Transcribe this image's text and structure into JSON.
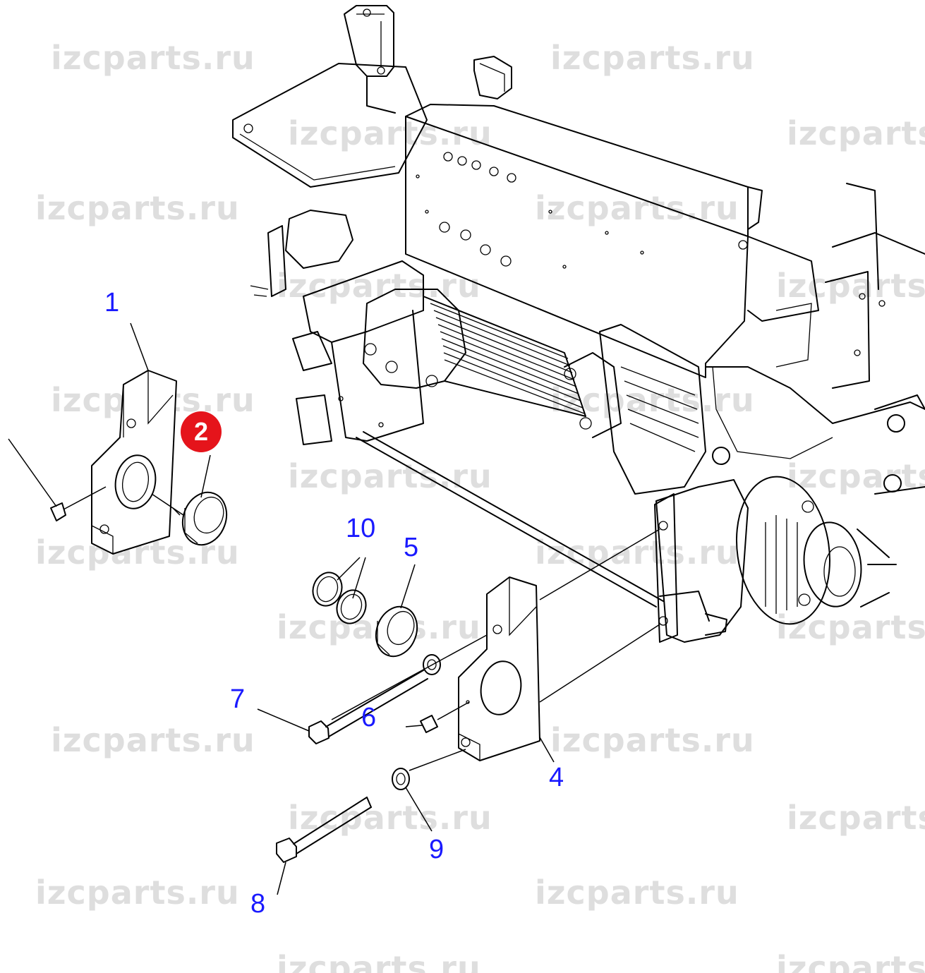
{
  "watermark": "izcparts.ru",
  "callouts": [
    {
      "id": "1",
      "text": "1"
    },
    {
      "id": "2",
      "text": "2",
      "highlighted": true
    },
    {
      "id": "4",
      "text": "4"
    },
    {
      "id": "5",
      "text": "5"
    },
    {
      "id": "6",
      "text": "6"
    },
    {
      "id": "7",
      "text": "7"
    },
    {
      "id": "8",
      "text": "8"
    },
    {
      "id": "9",
      "text": "9"
    },
    {
      "id": "10",
      "text": "10"
    }
  ],
  "colors": {
    "callout": "#1a1aff",
    "highlight": "#e5141b",
    "watermark": "#d9d9d9",
    "lines": "#000000"
  }
}
